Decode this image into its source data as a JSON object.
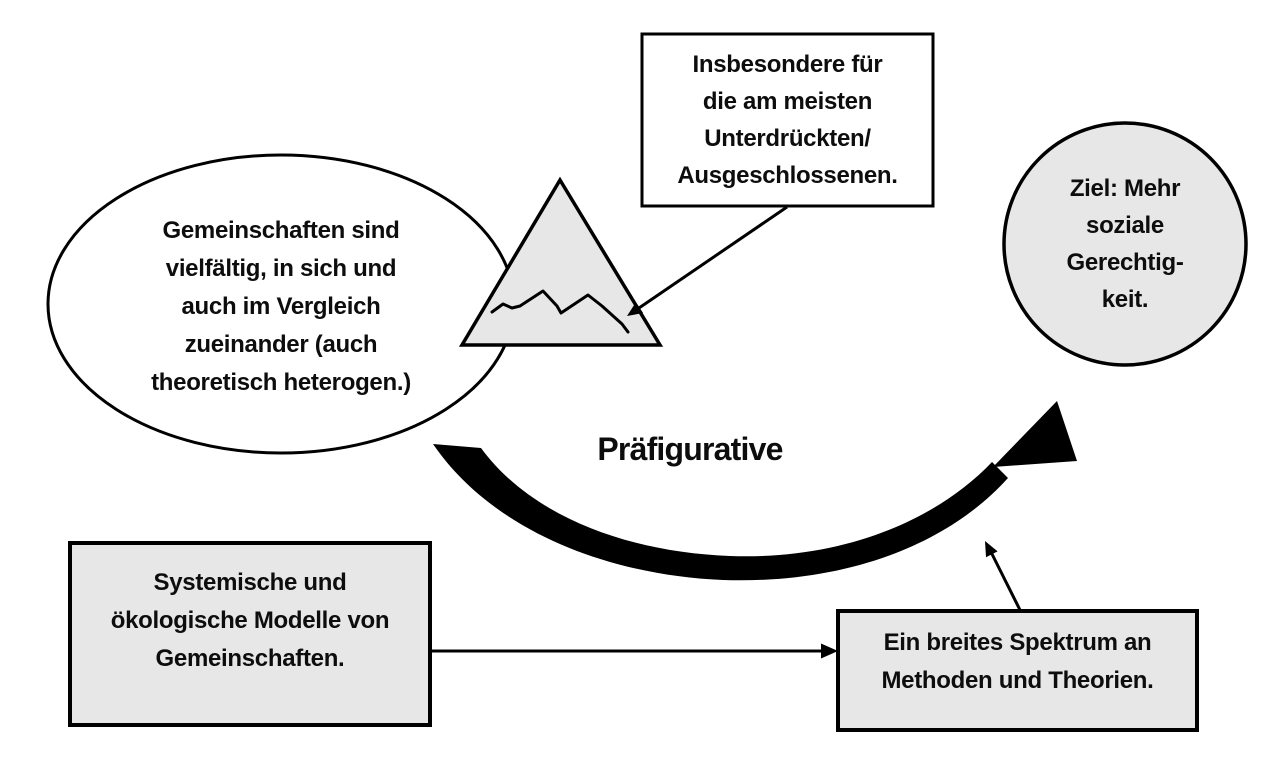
{
  "diagram": {
    "background": "#ffffff",
    "colors": {
      "shape_fill_gray": "#e7e7e7",
      "shape_fill_white": "#ffffff",
      "stroke": "#000000",
      "text": "#0d0d0d"
    },
    "nodes": {
      "community_ellipse": {
        "shape": "ellipse",
        "text": "Gemeinschaften sind\nvielfältig, in sich und\nauch im Vergleich\nzueinander (auch\ntheoretisch heterogen.)"
      },
      "oppressed_box": {
        "shape": "rectangle",
        "text": "Insbesondere für\ndie am meisten\nUnterdrückten/\nAusgeschlossenen."
      },
      "goal_circle": {
        "shape": "circle",
        "text": "Ziel: Mehr\nsoziale\nGerechtig-\nkeit."
      },
      "models_box": {
        "shape": "rectangle",
        "text": "Systemische und\nökologische Modelle von\nGemeinschaften."
      },
      "methods_box": {
        "shape": "rectangle",
        "text": "Ein breites Spektrum an\nMethoden und Theorien."
      },
      "mountain_triangle": {
        "shape": "triangle",
        "icon": "mountain-peaks-icon"
      }
    },
    "labels": {
      "curved_arrow": "Präfigurative"
    },
    "connectors": [
      {
        "from": "oppressed_box",
        "to": "mountain_triangle",
        "style": "thin-arrow"
      },
      {
        "from": "models_box",
        "to": "methods_box",
        "style": "thin-arrow"
      },
      {
        "from": "methods_box",
        "to": "curved_arrow",
        "style": "thin-arrow"
      },
      {
        "from": "community_ellipse",
        "to": "goal_circle",
        "style": "thick-curved-swoosh"
      }
    ]
  }
}
